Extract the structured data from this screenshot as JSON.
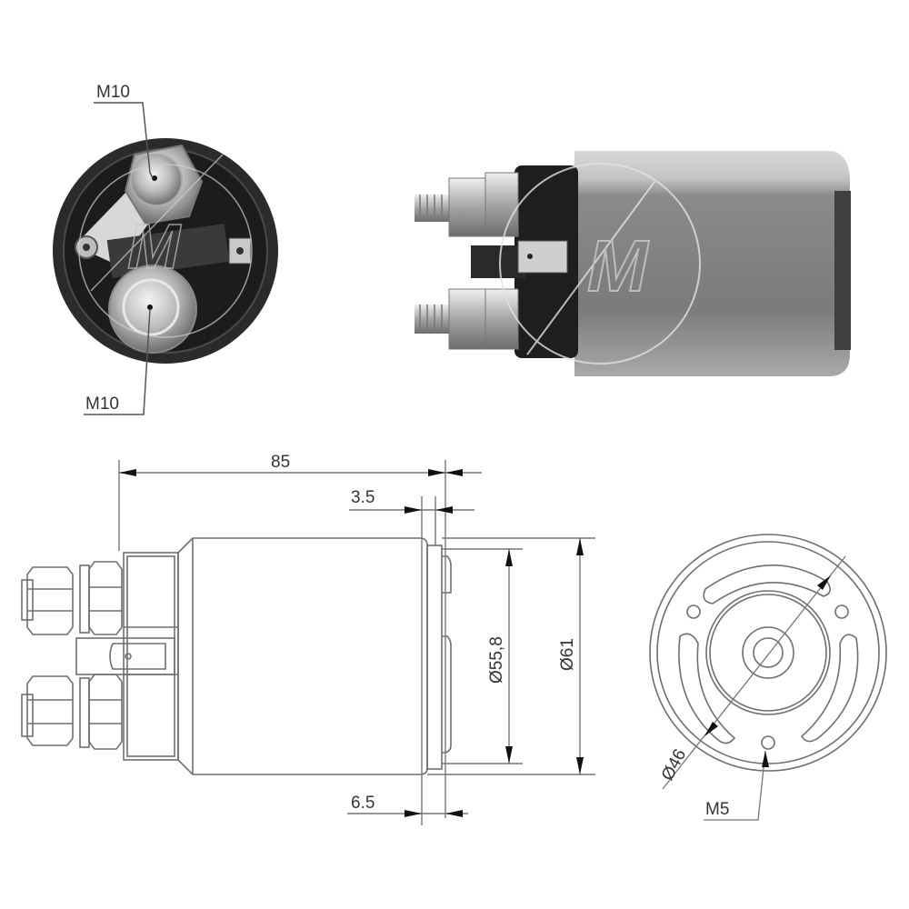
{
  "figure": {
    "subject": "starter solenoid",
    "colors": {
      "line": "#7a7a7a",
      "dark_line": "#333333",
      "photo_dark": "#2a2a2a",
      "photo_metal": "#8d8d8d",
      "background": "#ffffff"
    }
  },
  "end_view_photo": {
    "labels": {
      "top_terminal": "M10",
      "bottom_terminal": "M10"
    }
  },
  "side_view_photo": {
    "watermark": "M"
  },
  "side_drawing": {
    "dimensions": {
      "overall_length": "85",
      "flange_offset": "3.5",
      "rear_offset": "6.5",
      "inner_diameter": "Ø55,8",
      "outer_diameter": "Ø61"
    }
  },
  "end_drawing": {
    "dimensions": {
      "bolt_circle": "Ø46"
    },
    "labels": {
      "mount_thread": "M5"
    }
  }
}
